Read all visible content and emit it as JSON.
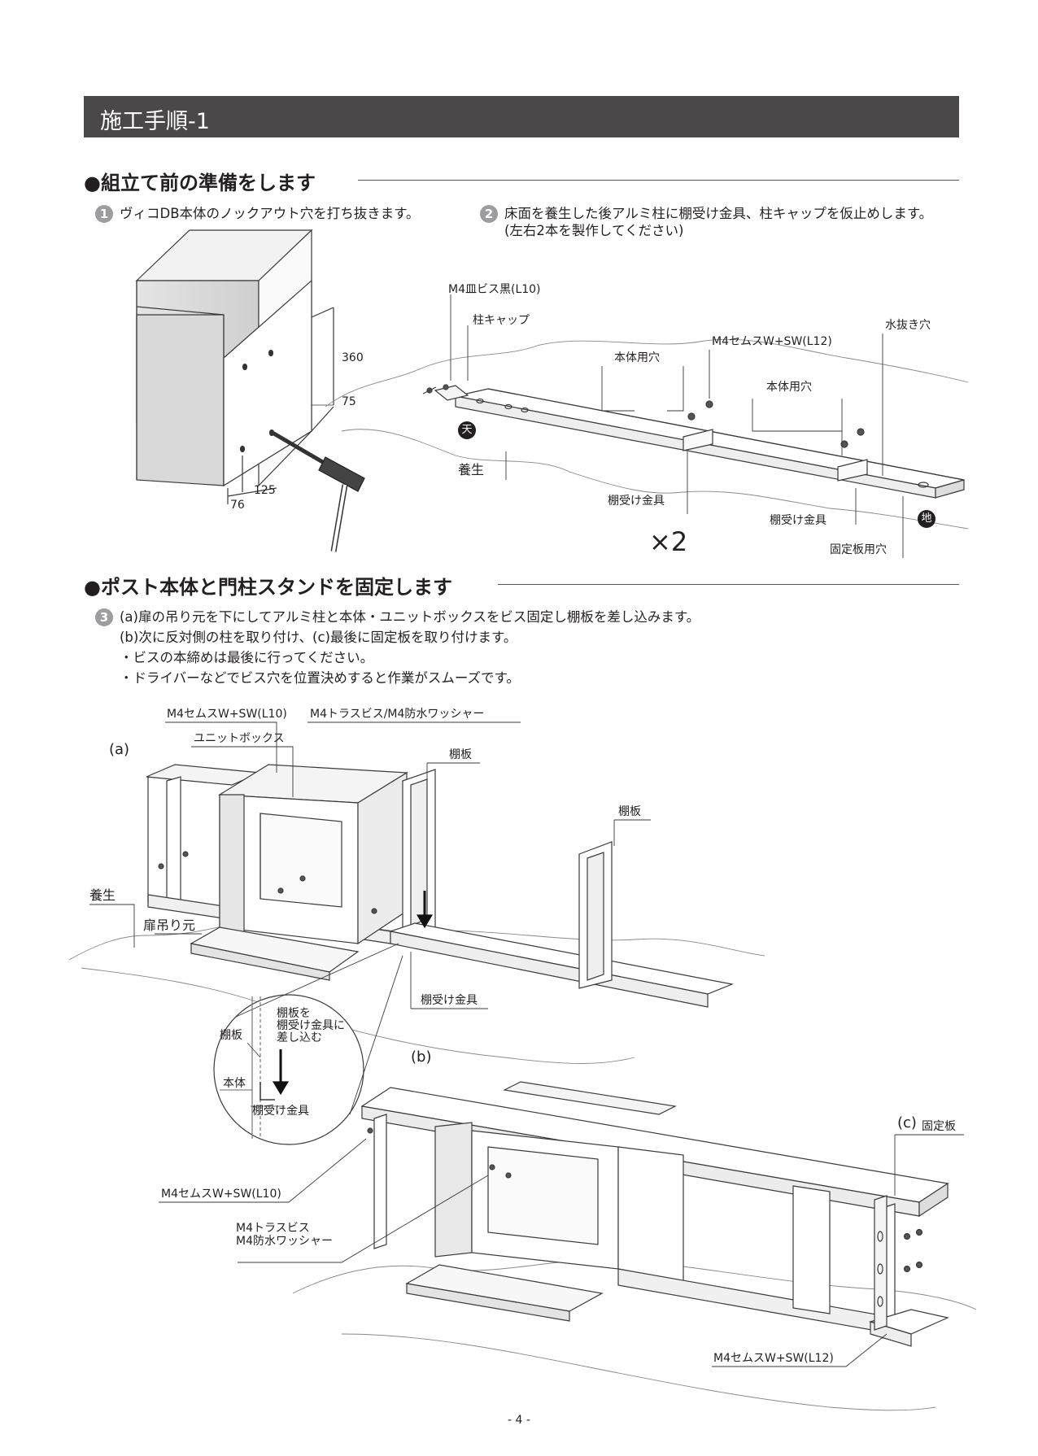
{
  "header": {
    "title": "施工手順-1"
  },
  "section1": {
    "title": "●組立て前の準備をします",
    "step1": {
      "number": "1",
      "text": "ヴィコDB本体のノックアウト穴を打ち抜きます。"
    },
    "step2": {
      "number": "2",
      "text": "床面を養生した後アルミ柱に棚受け金具、柱キャップを仮止めします。",
      "subtext": "(左右2本を製作してください)"
    },
    "fig1_dims": {
      "d360": "360",
      "d75": "75",
      "d125": "125",
      "d76": "76"
    },
    "fig2_labels": {
      "screw_flat": "M4皿ビス黒(L10)",
      "cap": "柱キャップ",
      "sems_l12": "M4セムスW+SW(L12)",
      "drain": "水抜き穴",
      "body_hole_1": "本体用穴",
      "body_hole_2": "本体用穴",
      "ten": "天",
      "protection": "養生",
      "bracket_1": "棚受け金具",
      "bracket_2": "棚受け金具",
      "chi": "地",
      "fixing_hole": "固定板用穴",
      "times2": "×2"
    }
  },
  "section2": {
    "title": "●ポスト本体と門柱スタンドを固定します",
    "step3": {
      "number": "3",
      "line1": "(a)扉の吊り元を下にしてアルミ柱と本体・ユニットボックスをビス固定し棚板を差し込みます。",
      "line2": "(b)次に反対側の柱を取り付け、(c)最後に固定板を取り付けます。",
      "line3": "・ビスの本締めは最後に行ってください。",
      "line4": "・ドライバーなどでビス穴を位置決めすると作業がスムーズです。"
    },
    "fig_a": {
      "tag": "(a)",
      "sems_l10": "M4セムスW+SW(L10)",
      "truss": "M4トラスビス/M4防水ワッシャー",
      "unit_box": "ユニットボックス",
      "shelf_1": "棚板",
      "shelf_2": "棚板",
      "protection": "養生",
      "hinge": "扉吊り元",
      "bracket": "棚受け金具"
    },
    "detail": {
      "instruction": [
        "棚板を",
        "棚受け金具に",
        "差し込む"
      ],
      "shelf": "棚板",
      "body": "本体",
      "bracket": "棚受け金具"
    },
    "fig_b": {
      "tag": "(b)",
      "sems_l10": "M4セムスW+SW(L10)",
      "truss_1": "M4トラスビス",
      "truss_2": "M4防水ワッシャー"
    },
    "fig_c": {
      "tag": "(c)",
      "plate": "固定板",
      "sems_l12": "M4セムスW+SW(L12)"
    }
  },
  "page": {
    "number": "- 4 -"
  }
}
